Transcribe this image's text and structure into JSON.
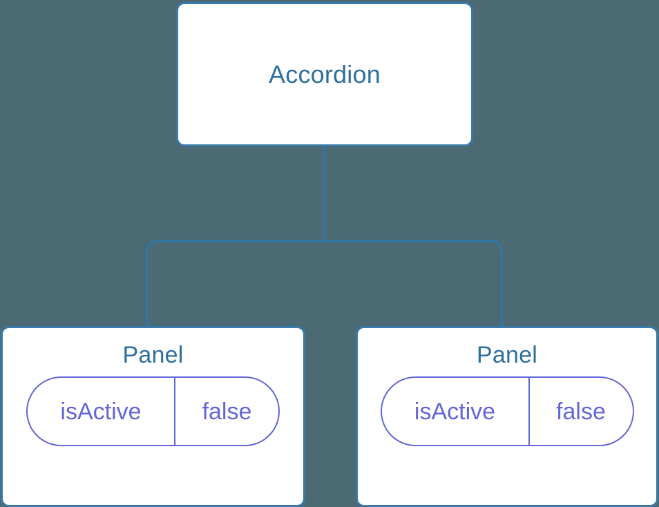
{
  "diagram": {
    "type": "component-tree",
    "background_color": "#4b6a74",
    "node_border_color": "#3a7aa8",
    "node_text_color": "#2e6f9e",
    "prop_color": "#6366d8",
    "edge_color": "#2e77aa",
    "root": {
      "label": "Accordion"
    },
    "children": [
      {
        "label": "Panel",
        "props": [
          {
            "key": "isActive",
            "value": "false"
          }
        ]
      },
      {
        "label": "Panel",
        "props": [
          {
            "key": "isActive",
            "value": "false"
          }
        ]
      }
    ]
  }
}
